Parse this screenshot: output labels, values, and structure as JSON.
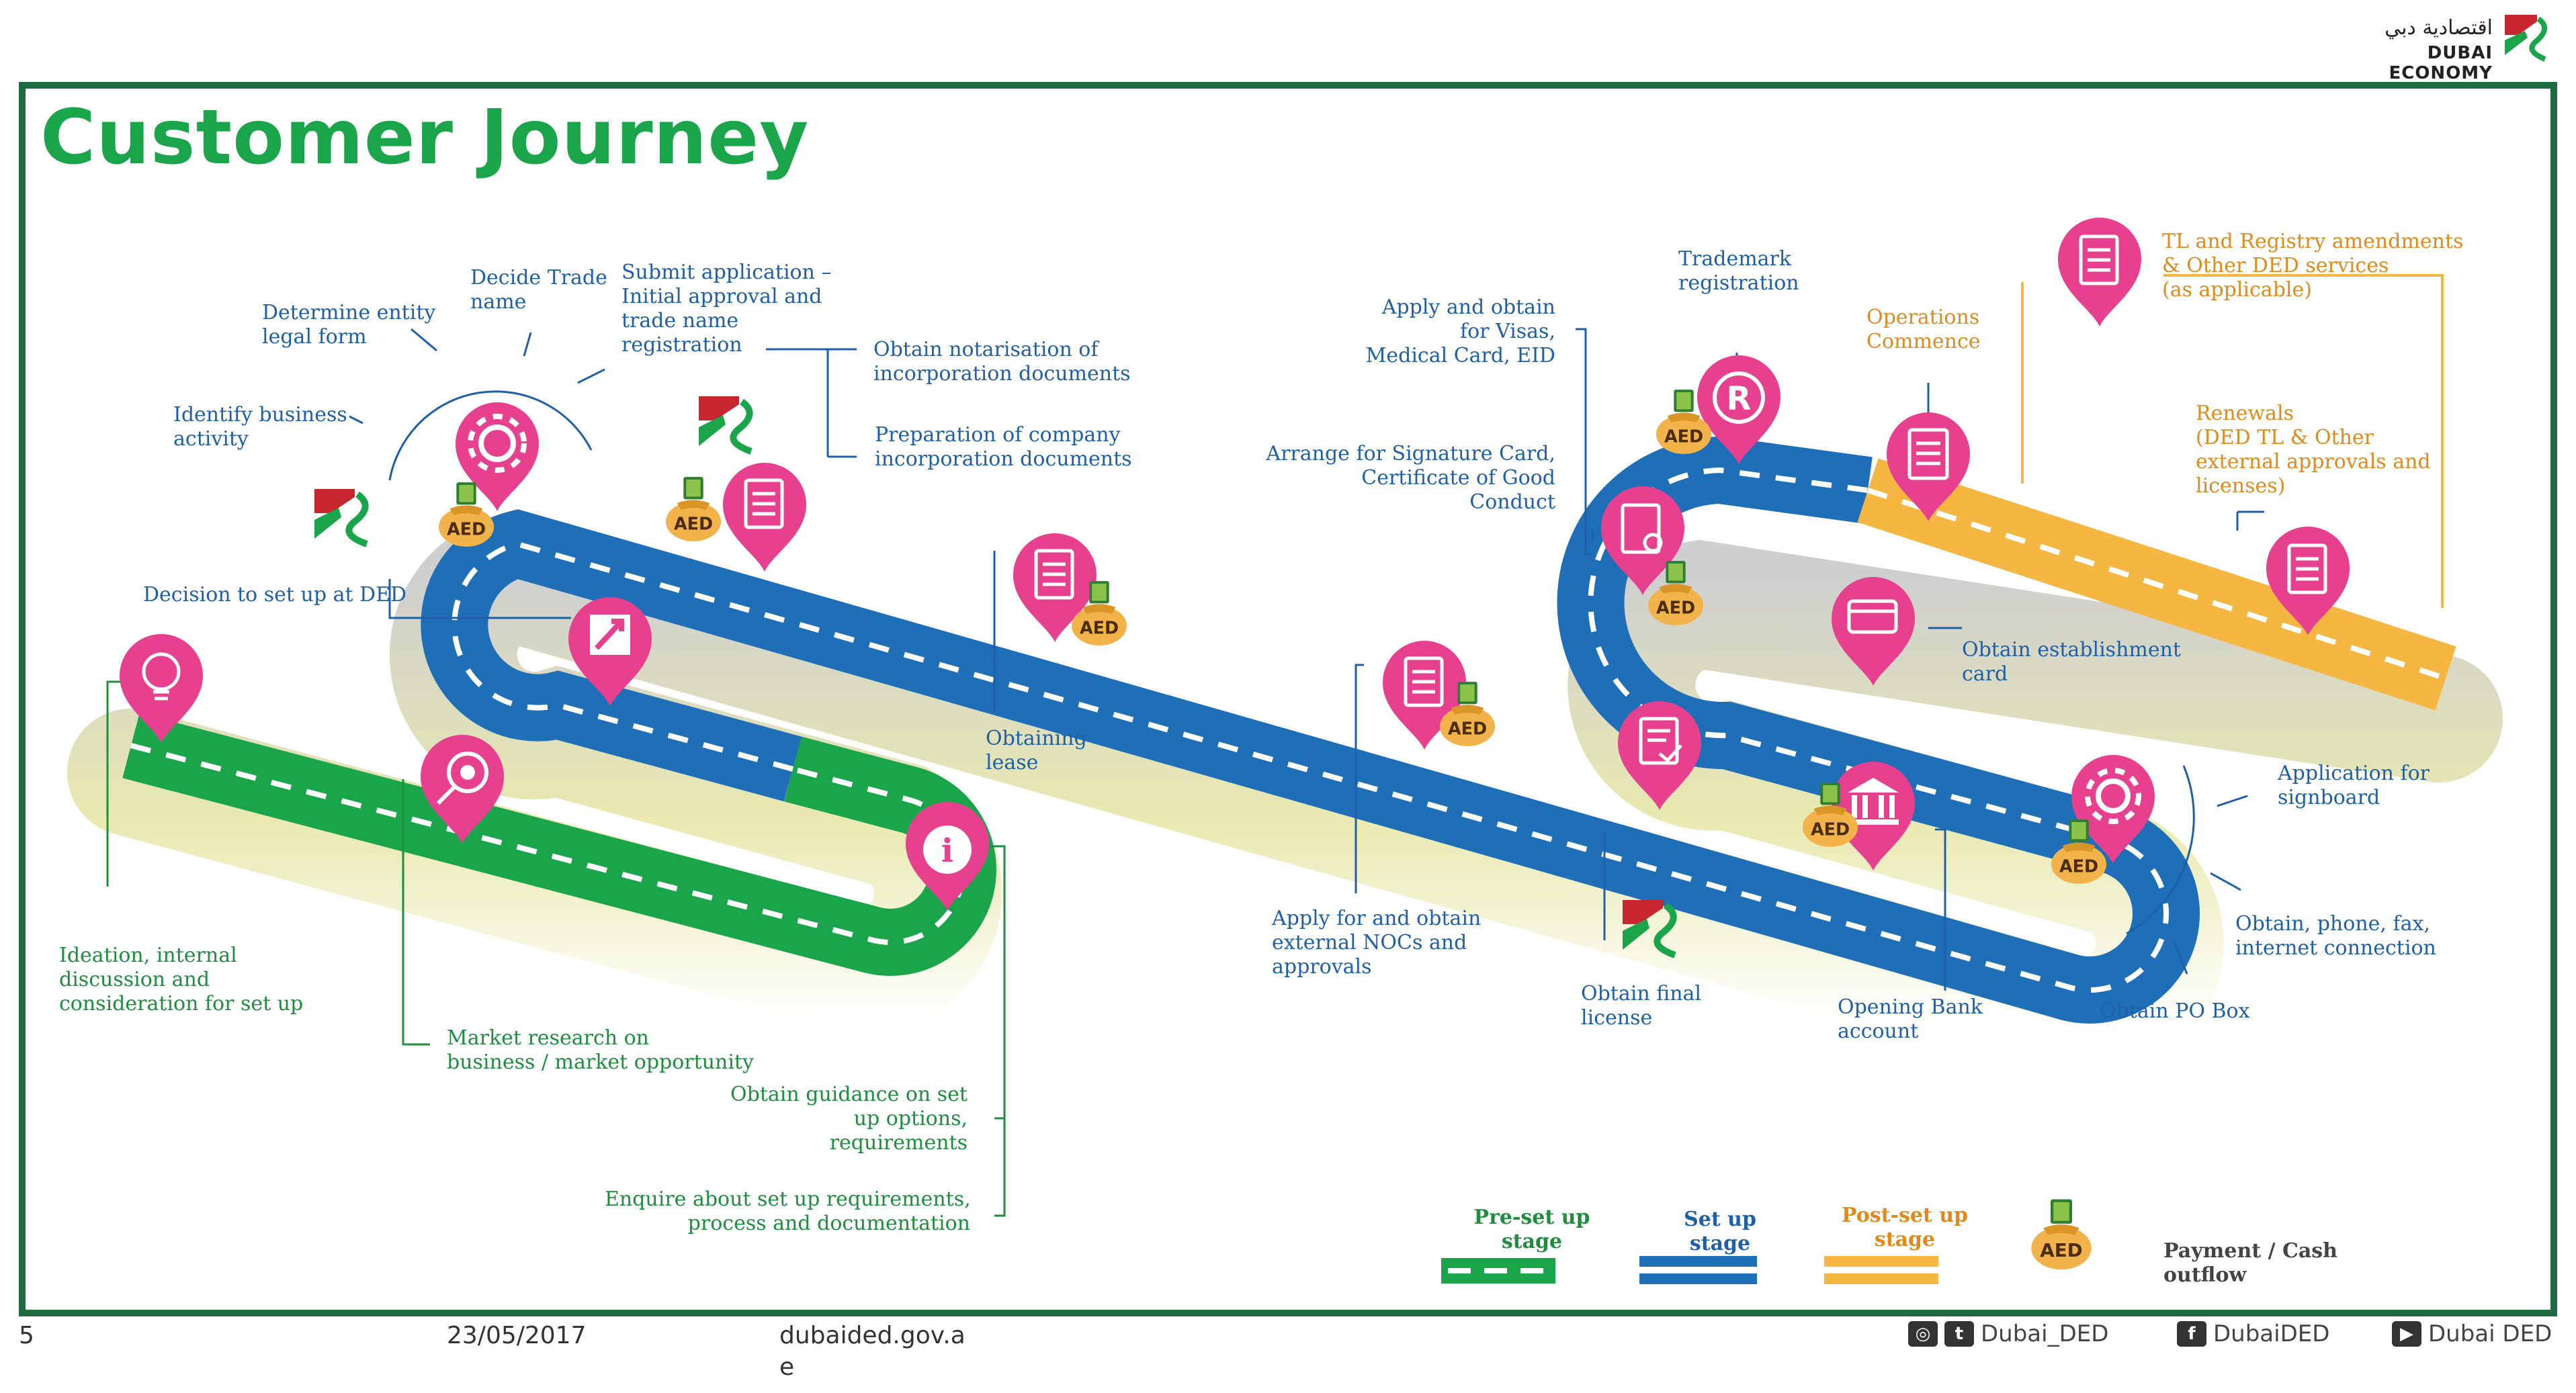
{
  "header": {
    "title": "Customer Journey",
    "logo_arabic": "اقتصادية دبي",
    "logo_english": "DUBAI ECONOMY"
  },
  "labels": {
    "ideation": [
      "Ideation, internal",
      "discussion  and",
      "consideration for set up"
    ],
    "market_research": [
      "Market research  on",
      "business / market opportunity"
    ],
    "guidance": [
      "Obtain guidance  on set",
      "up options,",
      "requirements"
    ],
    "enquire": [
      "Enquire about set up requirements,",
      "process and documentation"
    ],
    "decision": [
      "Decision to set up at DED"
    ],
    "identify": [
      "Identify business",
      "activity"
    ],
    "entity": [
      "Determine entity",
      "legal form"
    ],
    "trade_name": [
      "Decide Trade",
      "name"
    ],
    "submit": [
      "Submit application –",
      "Initial    approval     and",
      "trade                      name",
      "registration"
    ],
    "notarisation": [
      "Obtain notarisation of",
      "incorporation documents"
    ],
    "preparation": [
      "Preparation of company",
      "incorporation documents"
    ],
    "lease": [
      "Obtaining",
      "lease"
    ],
    "nocs": [
      "Apply for and obtain",
      "external NOCs and",
      "approvals"
    ],
    "visas": [
      "Apply and obtain",
      "for Visas,",
      "Medical Card, EID"
    ],
    "signature": [
      "Arrange for Signature  Card,",
      "Certificate of  Good",
      "Conduct"
    ],
    "trademark": [
      "Trademark",
      "registration"
    ],
    "final_license": [
      "Obtain final",
      "license"
    ],
    "bank": [
      "Opening Bank",
      "account"
    ],
    "po_box": [
      "Obtain PO Box"
    ],
    "phone": [
      "Obtain, phone,  fax,",
      "internet  connection"
    ],
    "signboard": [
      "Application  for",
      "signboard"
    ],
    "establishment": [
      "Obtain  establishment",
      "card"
    ],
    "operations": [
      "Operations",
      "Commence"
    ],
    "amendments": [
      "TL and Registry  amendments",
      "&  Other DED services",
      "(as applicable)"
    ],
    "renewals": [
      "Renewals",
      "(DED TL & Other",
      "external approvals and",
      "licenses)"
    ]
  },
  "legend": {
    "pre_setup": [
      "Pre-set up",
      "stage"
    ],
    "setup": [
      "Set up",
      "stage"
    ],
    "post_setup": [
      "Post-set up",
      "stage"
    ],
    "payment": [
      "Payment / Cash",
      "outflow"
    ]
  },
  "aed_label": "AED",
  "footer": {
    "page_number": "5",
    "date": "23/05/2017",
    "website_line1": "dubaided.gov.a",
    "website_line2": "e",
    "social_1": "Dubai_DED",
    "social_2": "DubaiDED",
    "social_3": "Dubai DED"
  },
  "colors": {
    "pre_setup": "#1aa54b",
    "setup": "#1f6fb8",
    "post_setup": "#f6b642",
    "pin": "#e6408f",
    "title": "#1aa54b",
    "frame": "#1e6a43",
    "label_blue": "#1f5fa8",
    "label_green": "#1e8e3e",
    "label_orange": "#e08a1c"
  },
  "icons": [
    "lightbulb-icon",
    "magnifier-eye-icon",
    "info-icon",
    "logo-arrow-icon",
    "gear-icon",
    "document-icon",
    "trademark-r-icon",
    "certificate-icon",
    "card-icon",
    "checklist-icon",
    "bank-icon",
    "aed-money-bag-icon",
    "ded-logo-icon"
  ]
}
